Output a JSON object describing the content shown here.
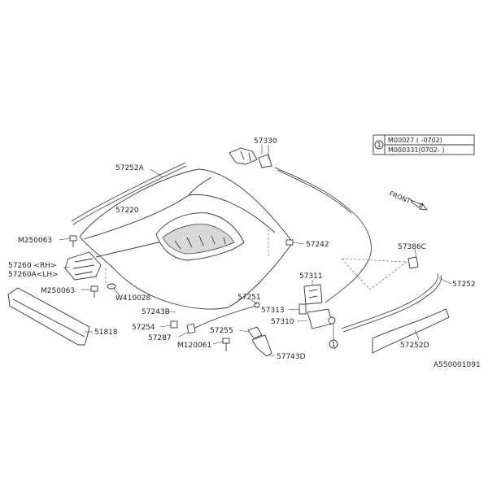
{
  "labels": {
    "p57330": "57330",
    "p57252A": "57252A",
    "p57220": "57220",
    "pM250063a": "M250063",
    "p57260": "57260 <RH>",
    "p57260A": "57260A<LH>",
    "pM250063b": "M250063",
    "pW410028": "W410028",
    "p57242": "57242",
    "p57386C": "57386C",
    "p57311": "57311",
    "p57252": "57252",
    "p57251": "57251",
    "p57243B": "57243B",
    "p57254": "57254",
    "p57287": "57287",
    "p51818": "51818",
    "p57255": "57255",
    "pM120061": "M120061",
    "p57313": "57313",
    "p57310": "57310",
    "p57743D": "57743D",
    "p57252D": "57252D"
  },
  "legend": {
    "marker": "1",
    "row1": "M00027 (     -0702)",
    "row2": "M000331(0702-     )"
  },
  "ref_marker": "1",
  "front_label": "FRONT",
  "diagram_code": "A550001091"
}
